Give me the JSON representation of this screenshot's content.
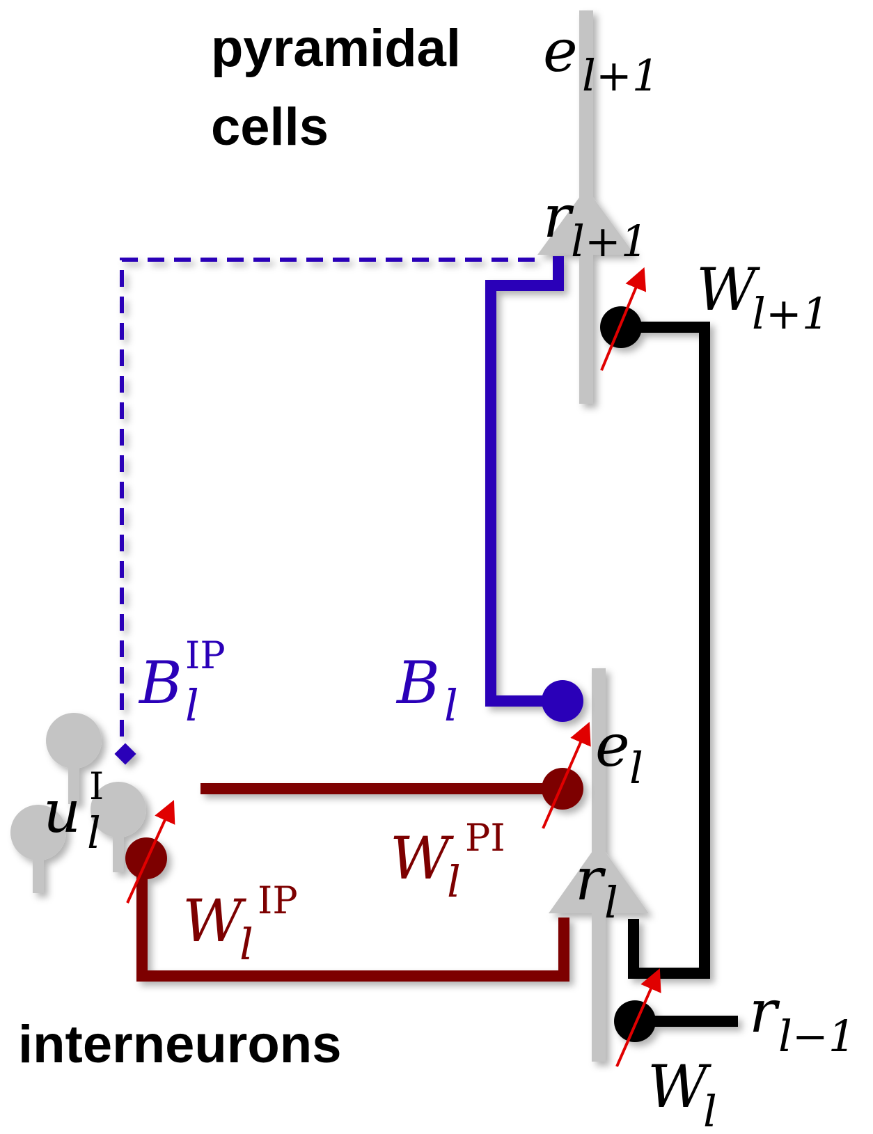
{
  "labels": {
    "pyramidal_line1": "pyramidal",
    "pyramidal_line2": "cells",
    "interneurons": "interneurons"
  },
  "symbols": {
    "e_upper": {
      "base": "e",
      "sub": "l+1"
    },
    "r_upper": {
      "base": "r",
      "sub": "l+1"
    },
    "W_upper": {
      "base": "W",
      "sub": "l+1"
    },
    "B_ip": {
      "base": "B",
      "sub": "l",
      "sup": "IP"
    },
    "B": {
      "base": "B",
      "sub": "l"
    },
    "e_lower": {
      "base": "e",
      "sub": "l"
    },
    "u_i": {
      "base": "u",
      "sub": "l",
      "sup": "I"
    },
    "W_pi": {
      "base": "W",
      "sub": "l",
      "sup": "PI"
    },
    "W_ip": {
      "base": "W",
      "sub": "l",
      "sup": "IP"
    },
    "r_lower": {
      "base": "r",
      "sub": "l"
    },
    "r_prev": {
      "base": "r",
      "sub": "l−1"
    },
    "W_lower": {
      "base": "W",
      "sub": "l"
    }
  },
  "colors": {
    "pyramidal_gray": "#c4c4c4",
    "feedback_blue": "#2a00b8",
    "interneuron_red": "#7d0000",
    "forward_black": "#000000",
    "plasticity_arrow": "#e00000"
  }
}
